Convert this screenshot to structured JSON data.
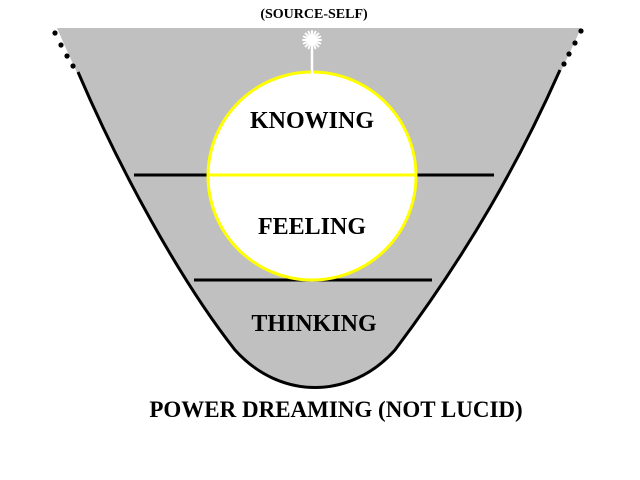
{
  "diagram": {
    "source_label": "(SOURCE-SELF)",
    "levels": [
      {
        "label": "KNOWING"
      },
      {
        "label": "FEELING"
      },
      {
        "label": "THINKING"
      }
    ],
    "caption": "POWER DREAMING (NOT LUCID)"
  },
  "colors": {
    "funnel_fill": "#c0c0c0",
    "outline": "#000000",
    "circle_fill": "#ffffff",
    "circle_stroke": "#ffff00",
    "sun_stroke": "#ffffff",
    "background": "#ffffff"
  },
  "icons": {
    "source": "sun-icon"
  }
}
